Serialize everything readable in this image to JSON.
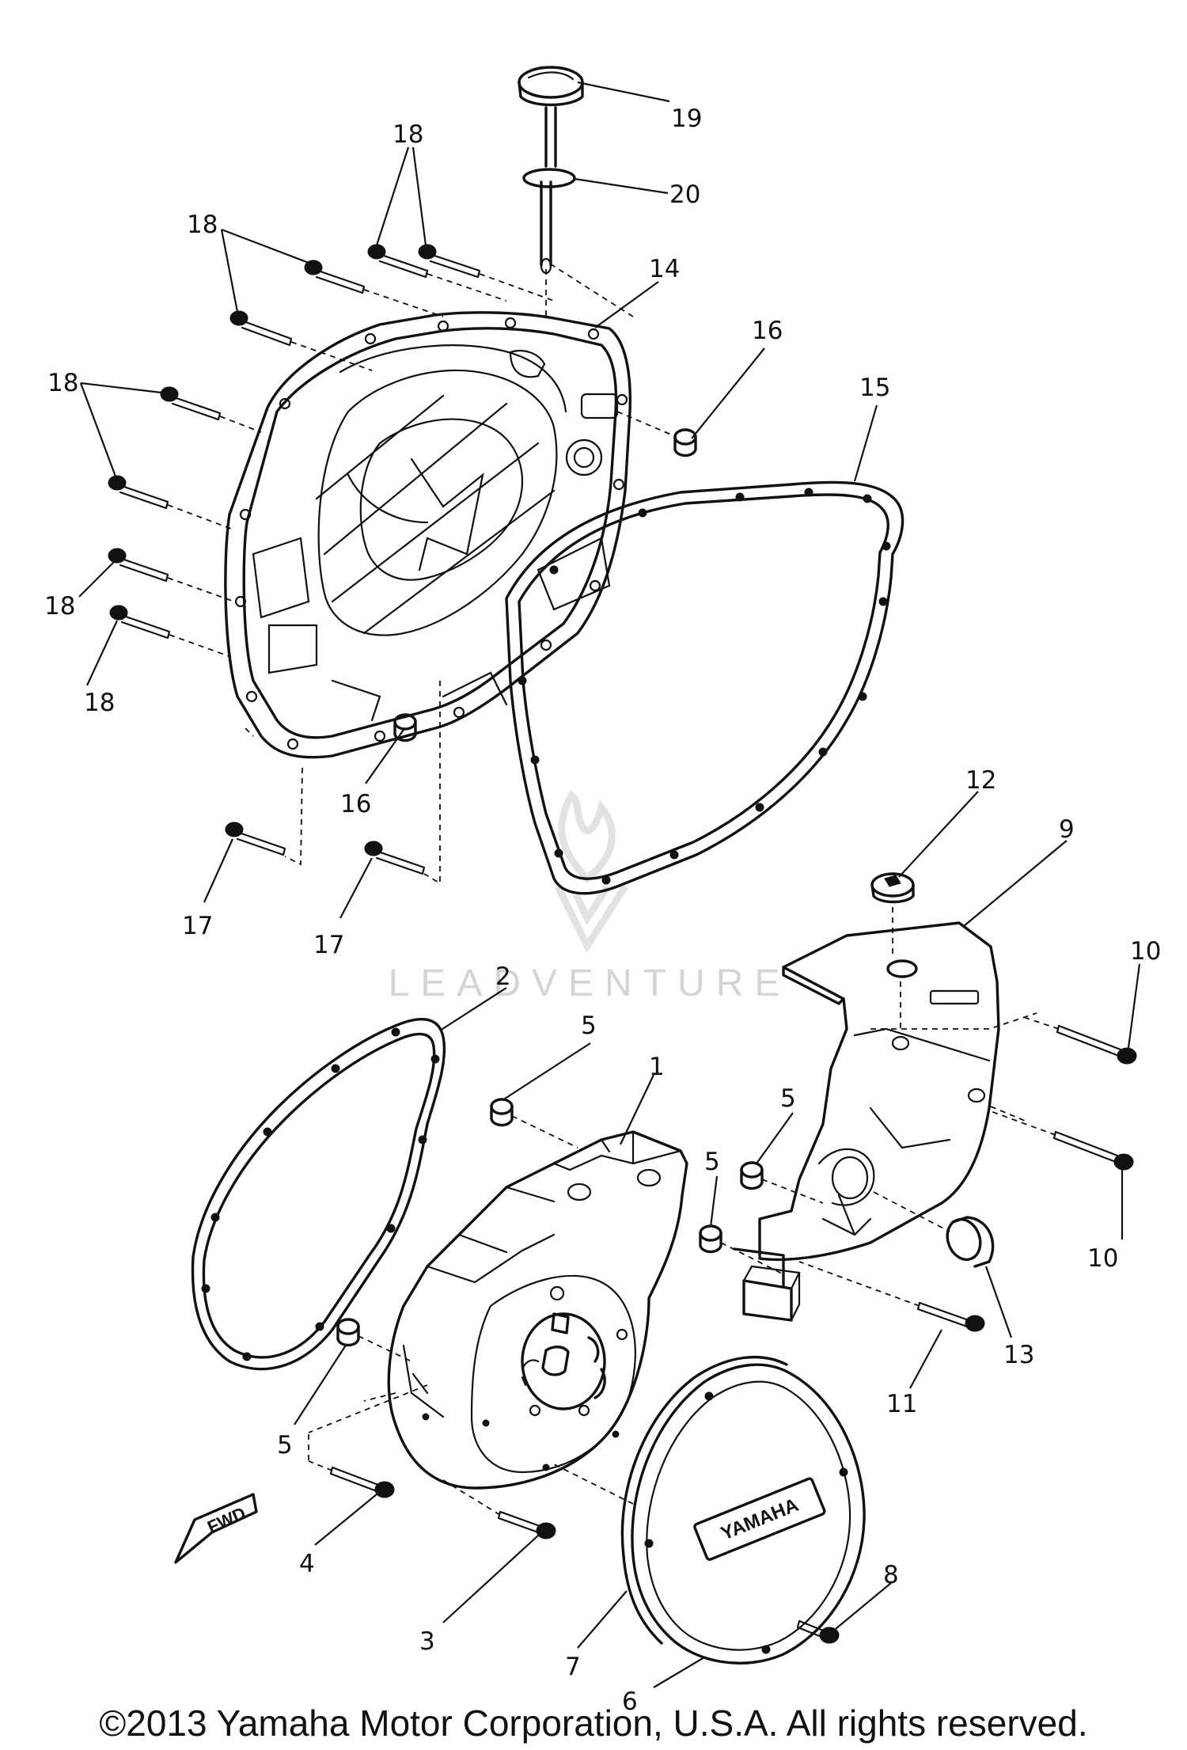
{
  "watermark": {
    "text": "LEADVENTURE"
  },
  "footer": {
    "copyright": "©2013 Yamaha Motor Corporation, U.S.A. All rights reserved."
  },
  "cover_badge": {
    "text": "YAMAHA"
  },
  "direction_marker": {
    "text": "FWD"
  },
  "callouts": [
    {
      "id": "c19",
      "label": "19"
    },
    {
      "id": "c20",
      "label": "20"
    },
    {
      "id": "c18a",
      "label": "18"
    },
    {
      "id": "c18b",
      "label": "18"
    },
    {
      "id": "c18c",
      "label": "18"
    },
    {
      "id": "c18d",
      "label": "18"
    },
    {
      "id": "c18e",
      "label": "18"
    },
    {
      "id": "c14",
      "label": "14"
    },
    {
      "id": "c16a",
      "label": "16"
    },
    {
      "id": "c15",
      "label": "15"
    },
    {
      "id": "c16b",
      "label": "16"
    },
    {
      "id": "c17a",
      "label": "17"
    },
    {
      "id": "c17b",
      "label": "17"
    },
    {
      "id": "c12",
      "label": "12"
    },
    {
      "id": "c9",
      "label": "9"
    },
    {
      "id": "c10a",
      "label": "10"
    },
    {
      "id": "c10b",
      "label": "10"
    },
    {
      "id": "c2",
      "label": "2"
    },
    {
      "id": "c5a",
      "label": "5"
    },
    {
      "id": "c1",
      "label": "1"
    },
    {
      "id": "c5b",
      "label": "5"
    },
    {
      "id": "c5c",
      "label": "5"
    },
    {
      "id": "c5d",
      "label": "5"
    },
    {
      "id": "c13",
      "label": "13"
    },
    {
      "id": "c11",
      "label": "11"
    },
    {
      "id": "c4",
      "label": "4"
    },
    {
      "id": "c3",
      "label": "3"
    },
    {
      "id": "c7",
      "label": "7"
    },
    {
      "id": "c8",
      "label": "8"
    },
    {
      "id": "c6",
      "label": "6"
    }
  ]
}
